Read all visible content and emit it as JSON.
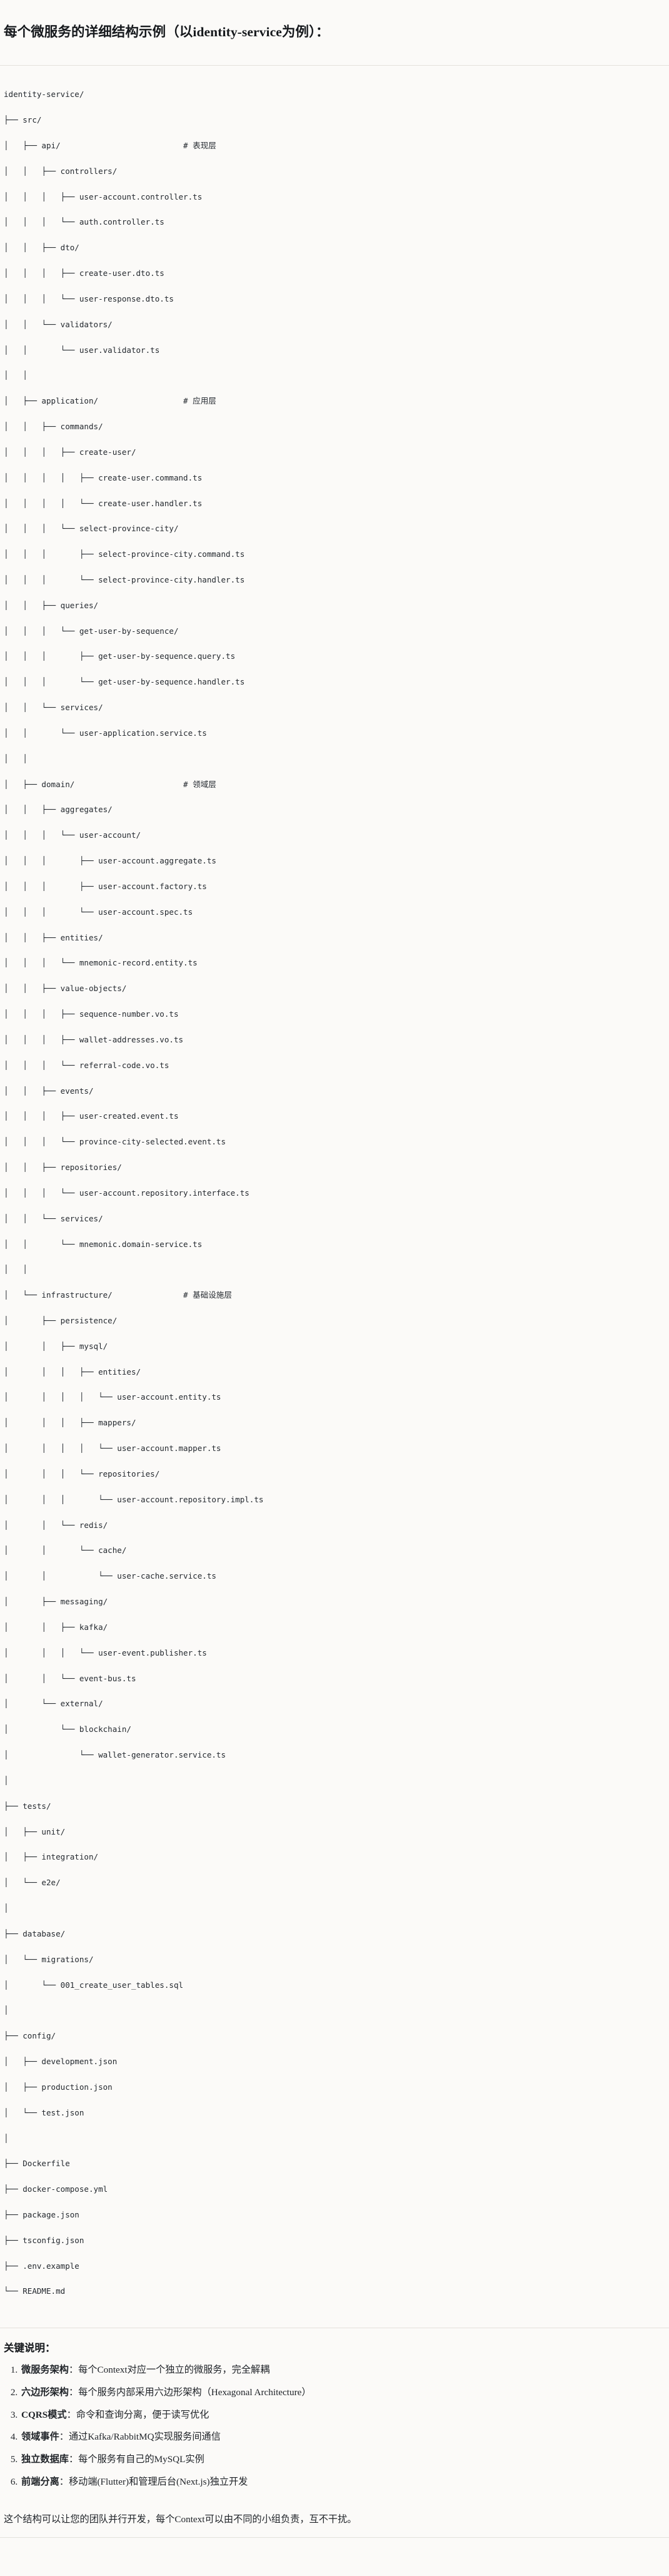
{
  "document": {
    "heading": "每个微服务的详细结构示例（以identity-service为例）：",
    "keys_title": "关键说明：",
    "closing_note": "这个结构可以让您的团队并行开发，每个Context可以由不同的小组负责，互不干扰。"
  },
  "tree": {
    "root": "identity-service/",
    "lines": [
      "identity-service/",
      "├── src/",
      "│   ├── api/                          # 表现层",
      "│   │   ├── controllers/",
      "│   │   │   ├── user-account.controller.ts",
      "│   │   │   └── auth.controller.ts",
      "│   │   ├── dto/",
      "│   │   │   ├── create-user.dto.ts",
      "│   │   │   └── user-response.dto.ts",
      "│   │   └── validators/",
      "│   │       └── user.validator.ts",
      "│   │",
      "│   ├── application/                  # 应用层",
      "│   │   ├── commands/",
      "│   │   │   ├── create-user/",
      "│   │   │   │   ├── create-user.command.ts",
      "│   │   │   │   └── create-user.handler.ts",
      "│   │   │   └── select-province-city/",
      "│   │   │       ├── select-province-city.command.ts",
      "│   │   │       └── select-province-city.handler.ts",
      "│   │   ├── queries/",
      "│   │   │   └── get-user-by-sequence/",
      "│   │   │       ├── get-user-by-sequence.query.ts",
      "│   │   │       └── get-user-by-sequence.handler.ts",
      "│   │   └── services/",
      "│   │       └── user-application.service.ts",
      "│   │",
      "│   ├── domain/                       # 领域层",
      "│   │   ├── aggregates/",
      "│   │   │   └── user-account/",
      "│   │   │       ├── user-account.aggregate.ts",
      "│   │   │       ├── user-account.factory.ts",
      "│   │   │       └── user-account.spec.ts",
      "│   │   ├── entities/",
      "│   │   │   └── mnemonic-record.entity.ts",
      "│   │   ├── value-objects/",
      "│   │   │   ├── sequence-number.vo.ts",
      "│   │   │   ├── wallet-addresses.vo.ts",
      "│   │   │   └── referral-code.vo.ts",
      "│   │   ├── events/",
      "│   │   │   ├── user-created.event.ts",
      "│   │   │   └── province-city-selected.event.ts",
      "│   │   ├── repositories/",
      "│   │   │   └── user-account.repository.interface.ts",
      "│   │   └── services/",
      "│   │       └── mnemonic.domain-service.ts",
      "│   │",
      "│   └── infrastructure/               # 基础设施层",
      "│       ├── persistence/",
      "│       │   ├── mysql/",
      "│       │   │   ├── entities/",
      "│       │   │   │   └── user-account.entity.ts",
      "│       │   │   ├── mappers/",
      "│       │   │   │   └── user-account.mapper.ts",
      "│       │   │   └── repositories/",
      "│       │   │       └── user-account.repository.impl.ts",
      "│       │   └── redis/",
      "│       │       └── cache/",
      "│       │           └── user-cache.service.ts",
      "│       ├── messaging/",
      "│       │   ├── kafka/",
      "│       │   │   └── user-event.publisher.ts",
      "│       │   └── event-bus.ts",
      "│       └── external/",
      "│           └── blockchain/",
      "│               └── wallet-generator.service.ts",
      "│",
      "├── tests/",
      "│   ├── unit/",
      "│   ├── integration/",
      "│   └── e2e/",
      "│",
      "├── database/",
      "│   └── migrations/",
      "│       └── 001_create_user_tables.sql",
      "│",
      "├── config/",
      "│   ├── development.json",
      "│   ├── production.json",
      "│   └── test.json",
      "│",
      "├── Dockerfile",
      "├── docker-compose.yml",
      "├── package.json",
      "├── tsconfig.json",
      "├── .env.example",
      "└── README.md"
    ],
    "layer_comments": [
      "# 表现层",
      "# 应用层",
      "# 领域层",
      "# 基础设施层"
    ]
  },
  "key_points": [
    {
      "term": "微服务架构",
      "sep": "：",
      "desc": "每个Context对应一个独立的微服务，完全解耦"
    },
    {
      "term": "六边形架构",
      "sep": "：",
      "desc": "每个服务内部采用六边形架构（Hexagonal Architecture）"
    },
    {
      "term": "CQRS模式",
      "sep": "：",
      "desc": "命令和查询分离，便于读写优化"
    },
    {
      "term": "领域事件",
      "sep": "：",
      "desc": "通过Kafka/RabbitMQ实现服务间通信"
    },
    {
      "term": "独立数据库",
      "sep": "：",
      "desc": "每个服务有自己的MySQL实例"
    },
    {
      "term": "前端分离",
      "sep": "：",
      "desc": "移动端(Flutter)和管理后台(Next.js)独立开发"
    }
  ],
  "colors": {
    "page_background": "#fbfaf8",
    "text": "#1f2328",
    "code_text": "#24292f",
    "rule": "#e3e1dc"
  }
}
